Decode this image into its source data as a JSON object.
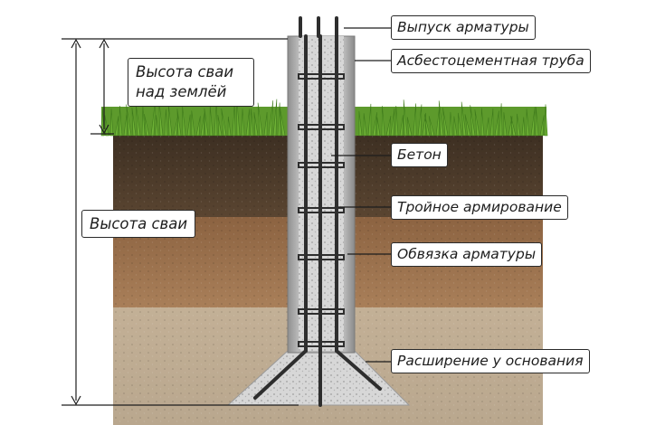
{
  "diagram": {
    "labels": {
      "rebar_outlet": "Выпуск арматуры",
      "asbestos_pipe": "Асбестоцементная труба",
      "pile_height_above_ground_line1": "Высота сваи",
      "pile_height_above_ground_line2": "над землёй",
      "concrete": "Бетон",
      "triple_reinforcement": "Тройное армирование",
      "rebar_tying": "Обвязка арматуры",
      "pile_height": "Высота сваи",
      "base_widening": "Расширение у основания"
    },
    "colors": {
      "grass": "#5d9a2c",
      "topsoil": "#4a3a2a",
      "clay": "#9a6f4a",
      "sand": "#c7b49a",
      "concrete": "#cfcfcf",
      "pipe": "#a9a9a9",
      "rebar": "#2e2e2e"
    }
  }
}
